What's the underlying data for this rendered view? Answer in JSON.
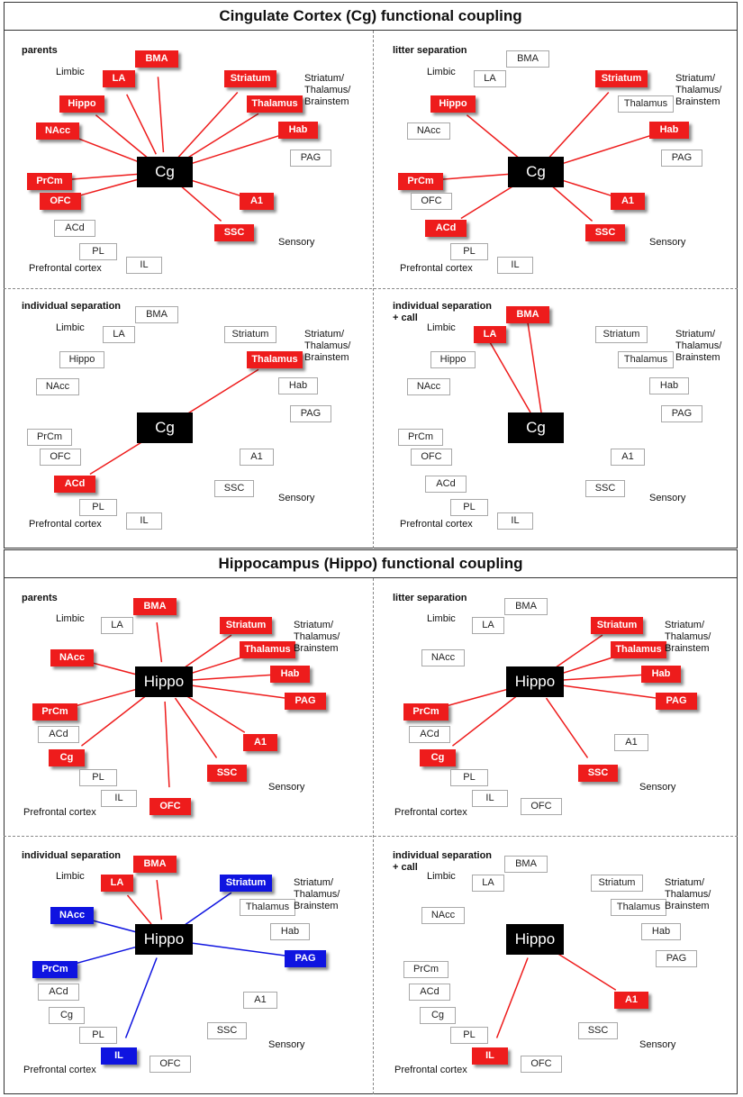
{
  "sections": [
    {
      "title": "Cingulate Cortex (Cg) functional coupling",
      "center": "Cg",
      "panels": [
        {
          "title": "parents",
          "nodes": [
            {
              "id": "BMA",
              "label": "BMA",
              "state": "red"
            },
            {
              "id": "LA",
              "label": "LA",
              "state": "red"
            },
            {
              "id": "Hippo",
              "label": "Hippo",
              "state": "red"
            },
            {
              "id": "NAcc",
              "label": "NAcc",
              "state": "red"
            },
            {
              "id": "Striatum",
              "label": "Striatum",
              "state": "red"
            },
            {
              "id": "Thalamus",
              "label": "Thalamus",
              "state": "red"
            },
            {
              "id": "Hab",
              "label": "Hab",
              "state": "red"
            },
            {
              "id": "PAG",
              "label": "PAG",
              "state": "none"
            },
            {
              "id": "PrCm",
              "label": "PrCm",
              "state": "red"
            },
            {
              "id": "OFC",
              "label": "OFC",
              "state": "red"
            },
            {
              "id": "ACd",
              "label": "ACd",
              "state": "none"
            },
            {
              "id": "A1",
              "label": "A1",
              "state": "red"
            },
            {
              "id": "SSC",
              "label": "SSC",
              "state": "red"
            },
            {
              "id": "PL",
              "label": "PL",
              "state": "none"
            },
            {
              "id": "IL",
              "label": "IL",
              "state": "none"
            }
          ]
        },
        {
          "title": "litter separation",
          "nodes": [
            {
              "id": "BMA",
              "label": "BMA",
              "state": "none"
            },
            {
              "id": "LA",
              "label": "LA",
              "state": "none"
            },
            {
              "id": "Hippo",
              "label": "Hippo",
              "state": "red"
            },
            {
              "id": "NAcc",
              "label": "NAcc",
              "state": "none"
            },
            {
              "id": "Striatum",
              "label": "Striatum",
              "state": "red"
            },
            {
              "id": "Thalamus",
              "label": "Thalamus",
              "state": "none"
            },
            {
              "id": "Hab",
              "label": "Hab",
              "state": "red"
            },
            {
              "id": "PAG",
              "label": "PAG",
              "state": "none"
            },
            {
              "id": "PrCm",
              "label": "PrCm",
              "state": "red"
            },
            {
              "id": "OFC",
              "label": "OFC",
              "state": "none"
            },
            {
              "id": "ACd",
              "label": "ACd",
              "state": "red"
            },
            {
              "id": "A1",
              "label": "A1",
              "state": "red"
            },
            {
              "id": "SSC",
              "label": "SSC",
              "state": "red"
            },
            {
              "id": "PL",
              "label": "PL",
              "state": "none"
            },
            {
              "id": "IL",
              "label": "IL",
              "state": "none"
            }
          ]
        },
        {
          "title": "individual separation",
          "nodes": [
            {
              "id": "BMA",
              "label": "BMA",
              "state": "none"
            },
            {
              "id": "LA",
              "label": "LA",
              "state": "none"
            },
            {
              "id": "Hippo",
              "label": "Hippo",
              "state": "none"
            },
            {
              "id": "NAcc",
              "label": "NAcc",
              "state": "none"
            },
            {
              "id": "Striatum",
              "label": "Striatum",
              "state": "none"
            },
            {
              "id": "Thalamus",
              "label": "Thalamus",
              "state": "red"
            },
            {
              "id": "Hab",
              "label": "Hab",
              "state": "none"
            },
            {
              "id": "PAG",
              "label": "PAG",
              "state": "none"
            },
            {
              "id": "PrCm",
              "label": "PrCm",
              "state": "none"
            },
            {
              "id": "OFC",
              "label": "OFC",
              "state": "none"
            },
            {
              "id": "ACd",
              "label": "ACd",
              "state": "red"
            },
            {
              "id": "A1",
              "label": "A1",
              "state": "none"
            },
            {
              "id": "SSC",
              "label": "SSC",
              "state": "none"
            },
            {
              "id": "PL",
              "label": "PL",
              "state": "none"
            },
            {
              "id": "IL",
              "label": "IL",
              "state": "none"
            }
          ]
        },
        {
          "title": "individual separation\n+ call",
          "nodes": [
            {
              "id": "BMA",
              "label": "BMA",
              "state": "red"
            },
            {
              "id": "LA",
              "label": "LA",
              "state": "red"
            },
            {
              "id": "Hippo",
              "label": "Hippo",
              "state": "none"
            },
            {
              "id": "NAcc",
              "label": "NAcc",
              "state": "none"
            },
            {
              "id": "Striatum",
              "label": "Striatum",
              "state": "none"
            },
            {
              "id": "Thalamus",
              "label": "Thalamus",
              "state": "none"
            },
            {
              "id": "Hab",
              "label": "Hab",
              "state": "none"
            },
            {
              "id": "PAG",
              "label": "PAG",
              "state": "none"
            },
            {
              "id": "PrCm",
              "label": "PrCm",
              "state": "none"
            },
            {
              "id": "OFC",
              "label": "OFC",
              "state": "none"
            },
            {
              "id": "ACd",
              "label": "ACd",
              "state": "none"
            },
            {
              "id": "A1",
              "label": "A1",
              "state": "none"
            },
            {
              "id": "SSC",
              "label": "SSC",
              "state": "none"
            },
            {
              "id": "PL",
              "label": "PL",
              "state": "none"
            },
            {
              "id": "IL",
              "label": "IL",
              "state": "none"
            }
          ]
        }
      ]
    },
    {
      "title": "Hippocampus (Hippo) functional coupling",
      "center": "Hippo",
      "panels": [
        {
          "title": "parents",
          "nodes": [
            {
              "id": "BMA",
              "label": "BMA",
              "state": "red"
            },
            {
              "id": "LA",
              "label": "LA",
              "state": "none"
            },
            {
              "id": "NAcc",
              "label": "NAcc",
              "state": "red"
            },
            {
              "id": "Striatum",
              "label": "Striatum",
              "state": "red"
            },
            {
              "id": "Thalamus",
              "label": "Thalamus",
              "state": "red"
            },
            {
              "id": "Hab",
              "label": "Hab",
              "state": "red"
            },
            {
              "id": "PAG",
              "label": "PAG",
              "state": "red"
            },
            {
              "id": "PrCm",
              "label": "PrCm",
              "state": "red"
            },
            {
              "id": "ACd",
              "label": "ACd",
              "state": "none"
            },
            {
              "id": "Cg",
              "label": "Cg",
              "state": "red"
            },
            {
              "id": "A1",
              "label": "A1",
              "state": "red"
            },
            {
              "id": "SSC",
              "label": "SSC",
              "state": "red"
            },
            {
              "id": "PL",
              "label": "PL",
              "state": "none"
            },
            {
              "id": "IL",
              "label": "IL",
              "state": "none"
            },
            {
              "id": "OFC",
              "label": "OFC",
              "state": "red"
            }
          ]
        },
        {
          "title": "litter separation",
          "nodes": [
            {
              "id": "BMA",
              "label": "BMA",
              "state": "none"
            },
            {
              "id": "LA",
              "label": "LA",
              "state": "none"
            },
            {
              "id": "NAcc",
              "label": "NAcc",
              "state": "none"
            },
            {
              "id": "Striatum",
              "label": "Striatum",
              "state": "red"
            },
            {
              "id": "Thalamus",
              "label": "Thalamus",
              "state": "red"
            },
            {
              "id": "Hab",
              "label": "Hab",
              "state": "red"
            },
            {
              "id": "PAG",
              "label": "PAG",
              "state": "red"
            },
            {
              "id": "PrCm",
              "label": "PrCm",
              "state": "red"
            },
            {
              "id": "ACd",
              "label": "ACd",
              "state": "none"
            },
            {
              "id": "Cg",
              "label": "Cg",
              "state": "red"
            },
            {
              "id": "A1",
              "label": "A1",
              "state": "none"
            },
            {
              "id": "SSC",
              "label": "SSC",
              "state": "red"
            },
            {
              "id": "PL",
              "label": "PL",
              "state": "none"
            },
            {
              "id": "IL",
              "label": "IL",
              "state": "none"
            },
            {
              "id": "OFC",
              "label": "OFC",
              "state": "none"
            }
          ]
        },
        {
          "title": "individual separation",
          "nodes": [
            {
              "id": "BMA",
              "label": "BMA",
              "state": "red"
            },
            {
              "id": "LA",
              "label": "LA",
              "state": "red"
            },
            {
              "id": "NAcc",
              "label": "NAcc",
              "state": "blue"
            },
            {
              "id": "Striatum",
              "label": "Striatum",
              "state": "blue"
            },
            {
              "id": "Thalamus",
              "label": "Thalamus",
              "state": "none"
            },
            {
              "id": "Hab",
              "label": "Hab",
              "state": "none"
            },
            {
              "id": "PAG",
              "label": "PAG",
              "state": "blue"
            },
            {
              "id": "PrCm",
              "label": "PrCm",
              "state": "blue"
            },
            {
              "id": "ACd",
              "label": "ACd",
              "state": "none"
            },
            {
              "id": "Cg",
              "label": "Cg",
              "state": "none"
            },
            {
              "id": "A1",
              "label": "A1",
              "state": "none"
            },
            {
              "id": "SSC",
              "label": "SSC",
              "state": "none"
            },
            {
              "id": "PL",
              "label": "PL",
              "state": "none"
            },
            {
              "id": "IL",
              "label": "IL",
              "state": "blue"
            },
            {
              "id": "OFC",
              "label": "OFC",
              "state": "none"
            }
          ]
        },
        {
          "title": "individual separation\n+ call",
          "nodes": [
            {
              "id": "BMA",
              "label": "BMA",
              "state": "none"
            },
            {
              "id": "LA",
              "label": "LA",
              "state": "none"
            },
            {
              "id": "NAcc",
              "label": "NAcc",
              "state": "none"
            },
            {
              "id": "Striatum",
              "label": "Striatum",
              "state": "none"
            },
            {
              "id": "Thalamus",
              "label": "Thalamus",
              "state": "none"
            },
            {
              "id": "Hab",
              "label": "Hab",
              "state": "none"
            },
            {
              "id": "PAG",
              "label": "PAG",
              "state": "none"
            },
            {
              "id": "PrCm",
              "label": "PrCm",
              "state": "none"
            },
            {
              "id": "ACd",
              "label": "ACd",
              "state": "none"
            },
            {
              "id": "Cg",
              "label": "Cg",
              "state": "none"
            },
            {
              "id": "A1",
              "label": "A1",
              "state": "red"
            },
            {
              "id": "SSC",
              "label": "SSC",
              "state": "none"
            },
            {
              "id": "PL",
              "label": "PL",
              "state": "none"
            },
            {
              "id": "IL",
              "label": "IL",
              "state": "red"
            },
            {
              "id": "OFC",
              "label": "OFC",
              "state": "none"
            }
          ]
        }
      ]
    }
  ],
  "group_labels": {
    "limbic": "Limbic",
    "striatum": "Striatum/\nThalamus/\nBrainstem",
    "sensory": "Sensory",
    "prefrontal": "Prefrontal cortex"
  },
  "colors": {
    "increased": "#ee1c1c",
    "decreased": "#0f14e0",
    "center": "#000000",
    "unchanged_border": "#a8a8a8"
  }
}
